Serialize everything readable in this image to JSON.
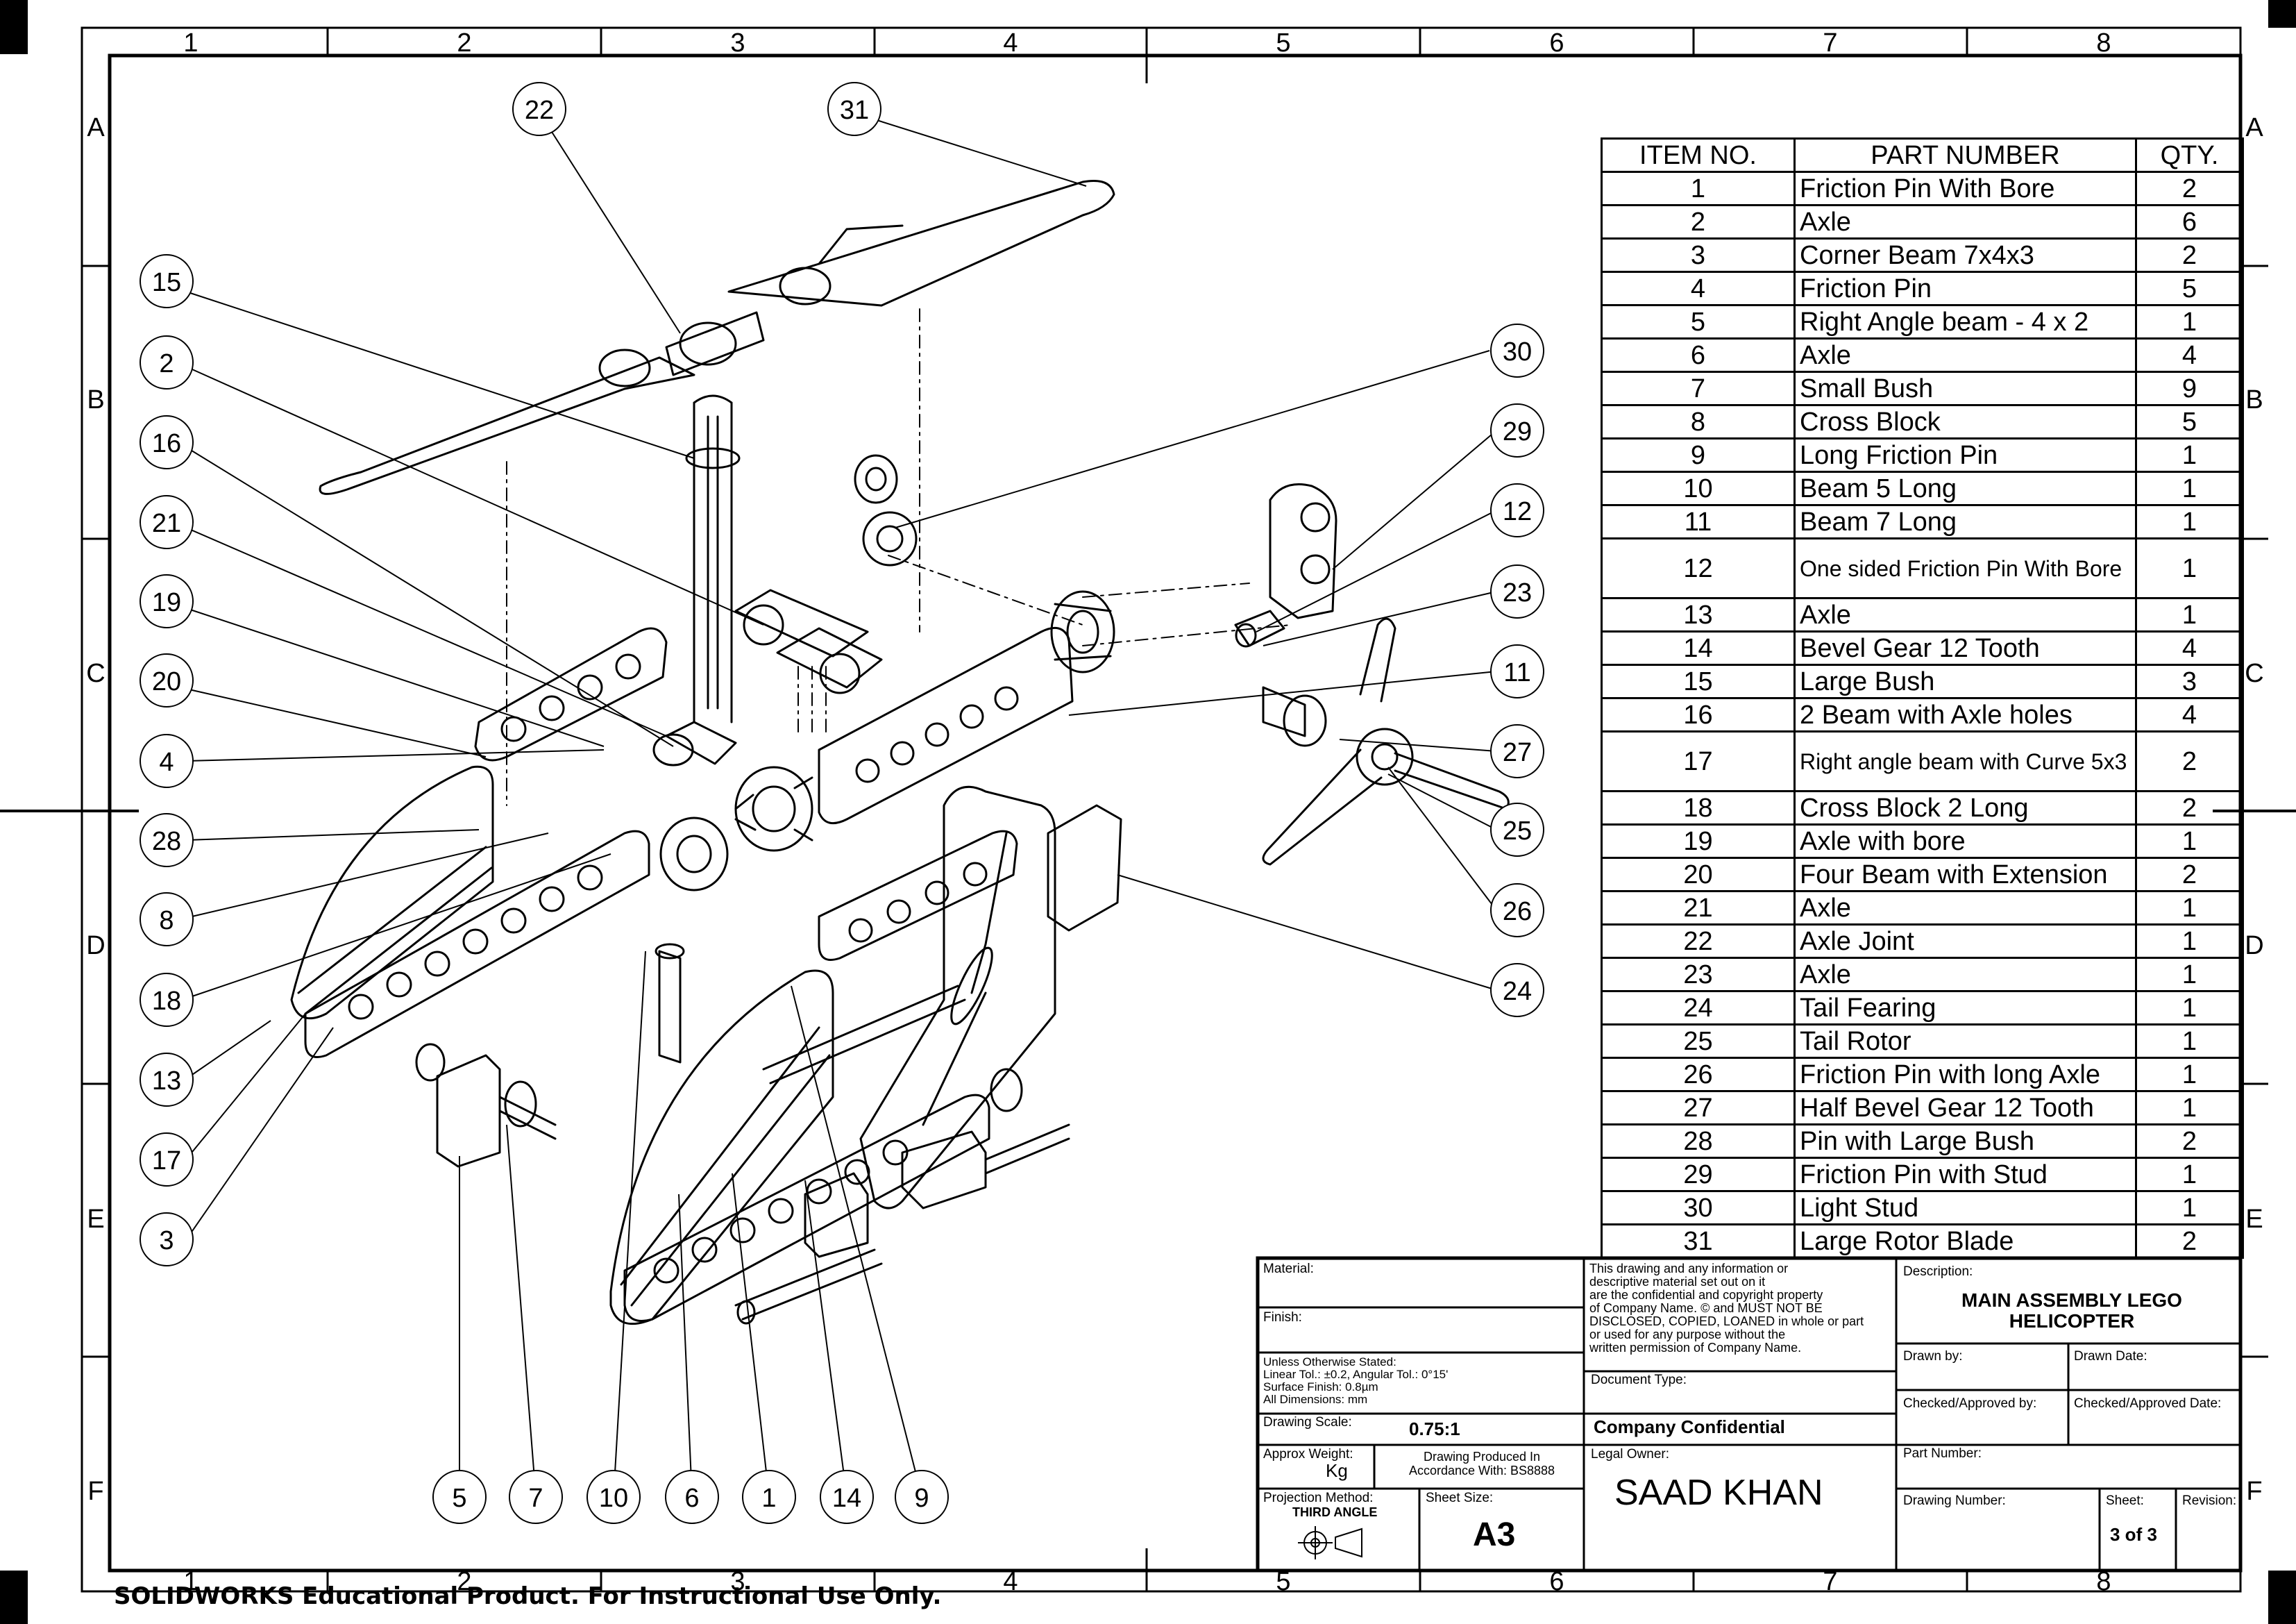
{
  "border": {
    "columns": [
      "1",
      "2",
      "3",
      "4",
      "5",
      "6",
      "7",
      "8"
    ],
    "rows": [
      "A",
      "B",
      "C",
      "D",
      "E",
      "F"
    ]
  },
  "balloons": [
    "22",
    "31",
    "15",
    "2",
    "16",
    "21",
    "19",
    "20",
    "4",
    "28",
    "8",
    "18",
    "13",
    "17",
    "3",
    "30",
    "29",
    "12",
    "23",
    "11",
    "27",
    "25",
    "26",
    "24",
    "5",
    "7",
    "10",
    "6",
    "1",
    "14",
    "9"
  ],
  "bom": {
    "headers": {
      "item": "ITEM NO.",
      "part": "PART NUMBER",
      "qty": "QTY."
    },
    "rows": [
      {
        "item": "1",
        "part": "Friction Pin With Bore",
        "qty": "2"
      },
      {
        "item": "2",
        "part": "Axle",
        "qty": "6"
      },
      {
        "item": "3",
        "part": "Corner Beam 7x4x3",
        "qty": "2"
      },
      {
        "item": "4",
        "part": "Friction Pin",
        "qty": "5"
      },
      {
        "item": "5",
        "part": "Right Angle beam - 4 x 2",
        "qty": "1"
      },
      {
        "item": "6",
        "part": "Axle",
        "qty": "4"
      },
      {
        "item": "7",
        "part": "Small Bush",
        "qty": "9"
      },
      {
        "item": "8",
        "part": "Cross Block",
        "qty": "5"
      },
      {
        "item": "9",
        "part": "Long Friction Pin",
        "qty": "1"
      },
      {
        "item": "10",
        "part": "Beam 5 Long",
        "qty": "1"
      },
      {
        "item": "11",
        "part": "Beam 7 Long",
        "qty": "1"
      },
      {
        "item": "12",
        "part": "One sided Friction Pin With Bore",
        "qty": "1"
      },
      {
        "item": "13",
        "part": "Axle",
        "qty": "1"
      },
      {
        "item": "14",
        "part": "Bevel Gear 12 Tooth",
        "qty": "4"
      },
      {
        "item": "15",
        "part": "Large Bush",
        "qty": "3"
      },
      {
        "item": "16",
        "part": "2 Beam with Axle holes",
        "qty": "4"
      },
      {
        "item": "17",
        "part": "Right angle beam with Curve 5x3",
        "qty": "2"
      },
      {
        "item": "18",
        "part": "Cross Block 2 Long",
        "qty": "2"
      },
      {
        "item": "19",
        "part": "Axle with bore",
        "qty": "1"
      },
      {
        "item": "20",
        "part": "Four Beam with Extension",
        "qty": "2"
      },
      {
        "item": "21",
        "part": "Axle",
        "qty": "1"
      },
      {
        "item": "22",
        "part": "Axle Joint",
        "qty": "1"
      },
      {
        "item": "23",
        "part": "Axle",
        "qty": "1"
      },
      {
        "item": "24",
        "part": "Tail Fearing",
        "qty": "1"
      },
      {
        "item": "25",
        "part": "Tail Rotor",
        "qty": "1"
      },
      {
        "item": "26",
        "part": "Friction Pin with long Axle",
        "qty": "1"
      },
      {
        "item": "27",
        "part": "Half Bevel Gear 12 Tooth",
        "qty": "1"
      },
      {
        "item": "28",
        "part": "Pin with Large Bush",
        "qty": "2"
      },
      {
        "item": "29",
        "part": "Friction Pin with Stud",
        "qty": "1"
      },
      {
        "item": "30",
        "part": "Light Stud",
        "qty": "1"
      },
      {
        "item": "31",
        "part": "Large Rotor Blade",
        "qty": "2"
      }
    ]
  },
  "title_block": {
    "material_label": "Material:",
    "finish_label": "Finish:",
    "tolerance_line1": "Unless Otherwise Stated:",
    "tolerance_line2": "Linear Tol.: ±0.2, Angular Tol.: 0°15'",
    "tolerance_line3": "Surface Finish: 0.8µm",
    "tolerance_line4": "All Dimensions: mm",
    "scale_label": "Drawing Scale:",
    "scale_value": "0.75:1",
    "weight_label": "Approx Weight:",
    "weight_unit": "Kg",
    "produced_line1": "Drawing Produced In",
    "produced_line2": "Accordance With: BS8888",
    "projection_label": "Projection Method:",
    "projection_value": "THIRD ANGLE",
    "sheet_size_label": "Sheet Size:",
    "sheet_size_value": "A3",
    "confidential_lines": [
      "This drawing and any information or",
      "descriptive material set out on it",
      "are the confidential and copyright property",
      "of Company Name. © and MUST NOT BE",
      "DISCLOSED, COPIED, LOANED in whole or part",
      "or used for any purpose without the",
      "written permission of Company Name."
    ],
    "document_type_label": "Document Type:",
    "company_confidential": "Company Confidential",
    "legal_owner_label": "Legal Owner:",
    "legal_owner_value": "SAAD KHAN",
    "description_label": "Description:",
    "description_line1": "MAIN ASSEMBLY LEGO",
    "description_line2": "HELICOPTER",
    "drawn_by_label": "Drawn by:",
    "drawn_date_label": "Drawn Date:",
    "checked_by_label": "Checked/Approved by:",
    "checked_date_label": "Checked/Approved Date:",
    "part_number_label": "Part Number:",
    "drawing_number_label": "Drawing Number:",
    "sheet_label": "Sheet:",
    "sheet_value": "3 of 3",
    "revision_label": "Revision:"
  },
  "footer": "SOLIDWORKS Educational Product. For Instructional Use Only."
}
